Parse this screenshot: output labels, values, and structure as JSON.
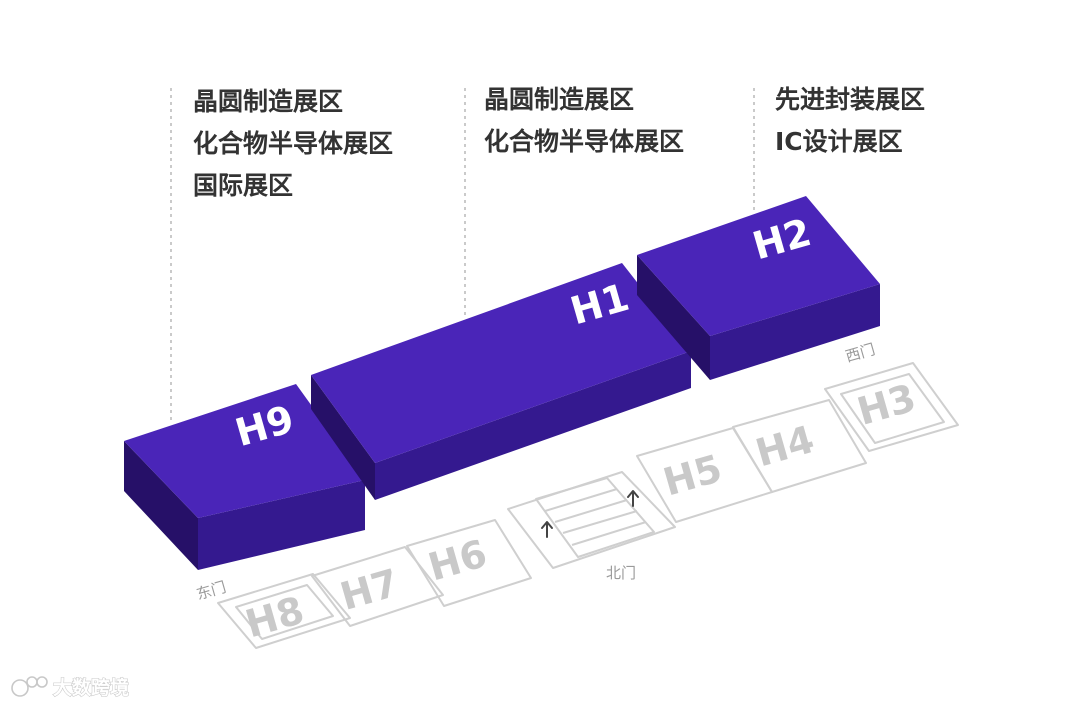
{
  "zones": [
    {
      "id": "left",
      "lines": [
        "晶圆制造展区",
        "化合物半导体展区",
        "国际展区"
      ]
    },
    {
      "id": "middle",
      "lines": [
        "晶圆制造展区",
        "化合物半导体展区"
      ]
    },
    {
      "id": "right",
      "lines": [
        "先进封装展区",
        "IC设计展区"
      ]
    }
  ],
  "highlighted_halls": [
    {
      "id": "H9",
      "label": "H9"
    },
    {
      "id": "H1",
      "label": "H1"
    },
    {
      "id": "H2",
      "label": "H2"
    }
  ],
  "outline_halls": [
    {
      "id": "H8",
      "label": "H8"
    },
    {
      "id": "H7",
      "label": "H7"
    },
    {
      "id": "H6",
      "label": "H6"
    },
    {
      "id": "H5",
      "label": "H5"
    },
    {
      "id": "H4",
      "label": "H4"
    },
    {
      "id": "H3",
      "label": "H3"
    }
  ],
  "doors": {
    "east": "东门",
    "north": "北门",
    "west": "西门"
  },
  "watermark": {
    "text": "大数跨境"
  },
  "colors": {
    "hall_top": "#4a25b8",
    "hall_front": "#34198f",
    "hall_side": "#261068",
    "outline": "#cfcfcf",
    "text": "#333333",
    "dashed_line": "#bdbdbd"
  }
}
